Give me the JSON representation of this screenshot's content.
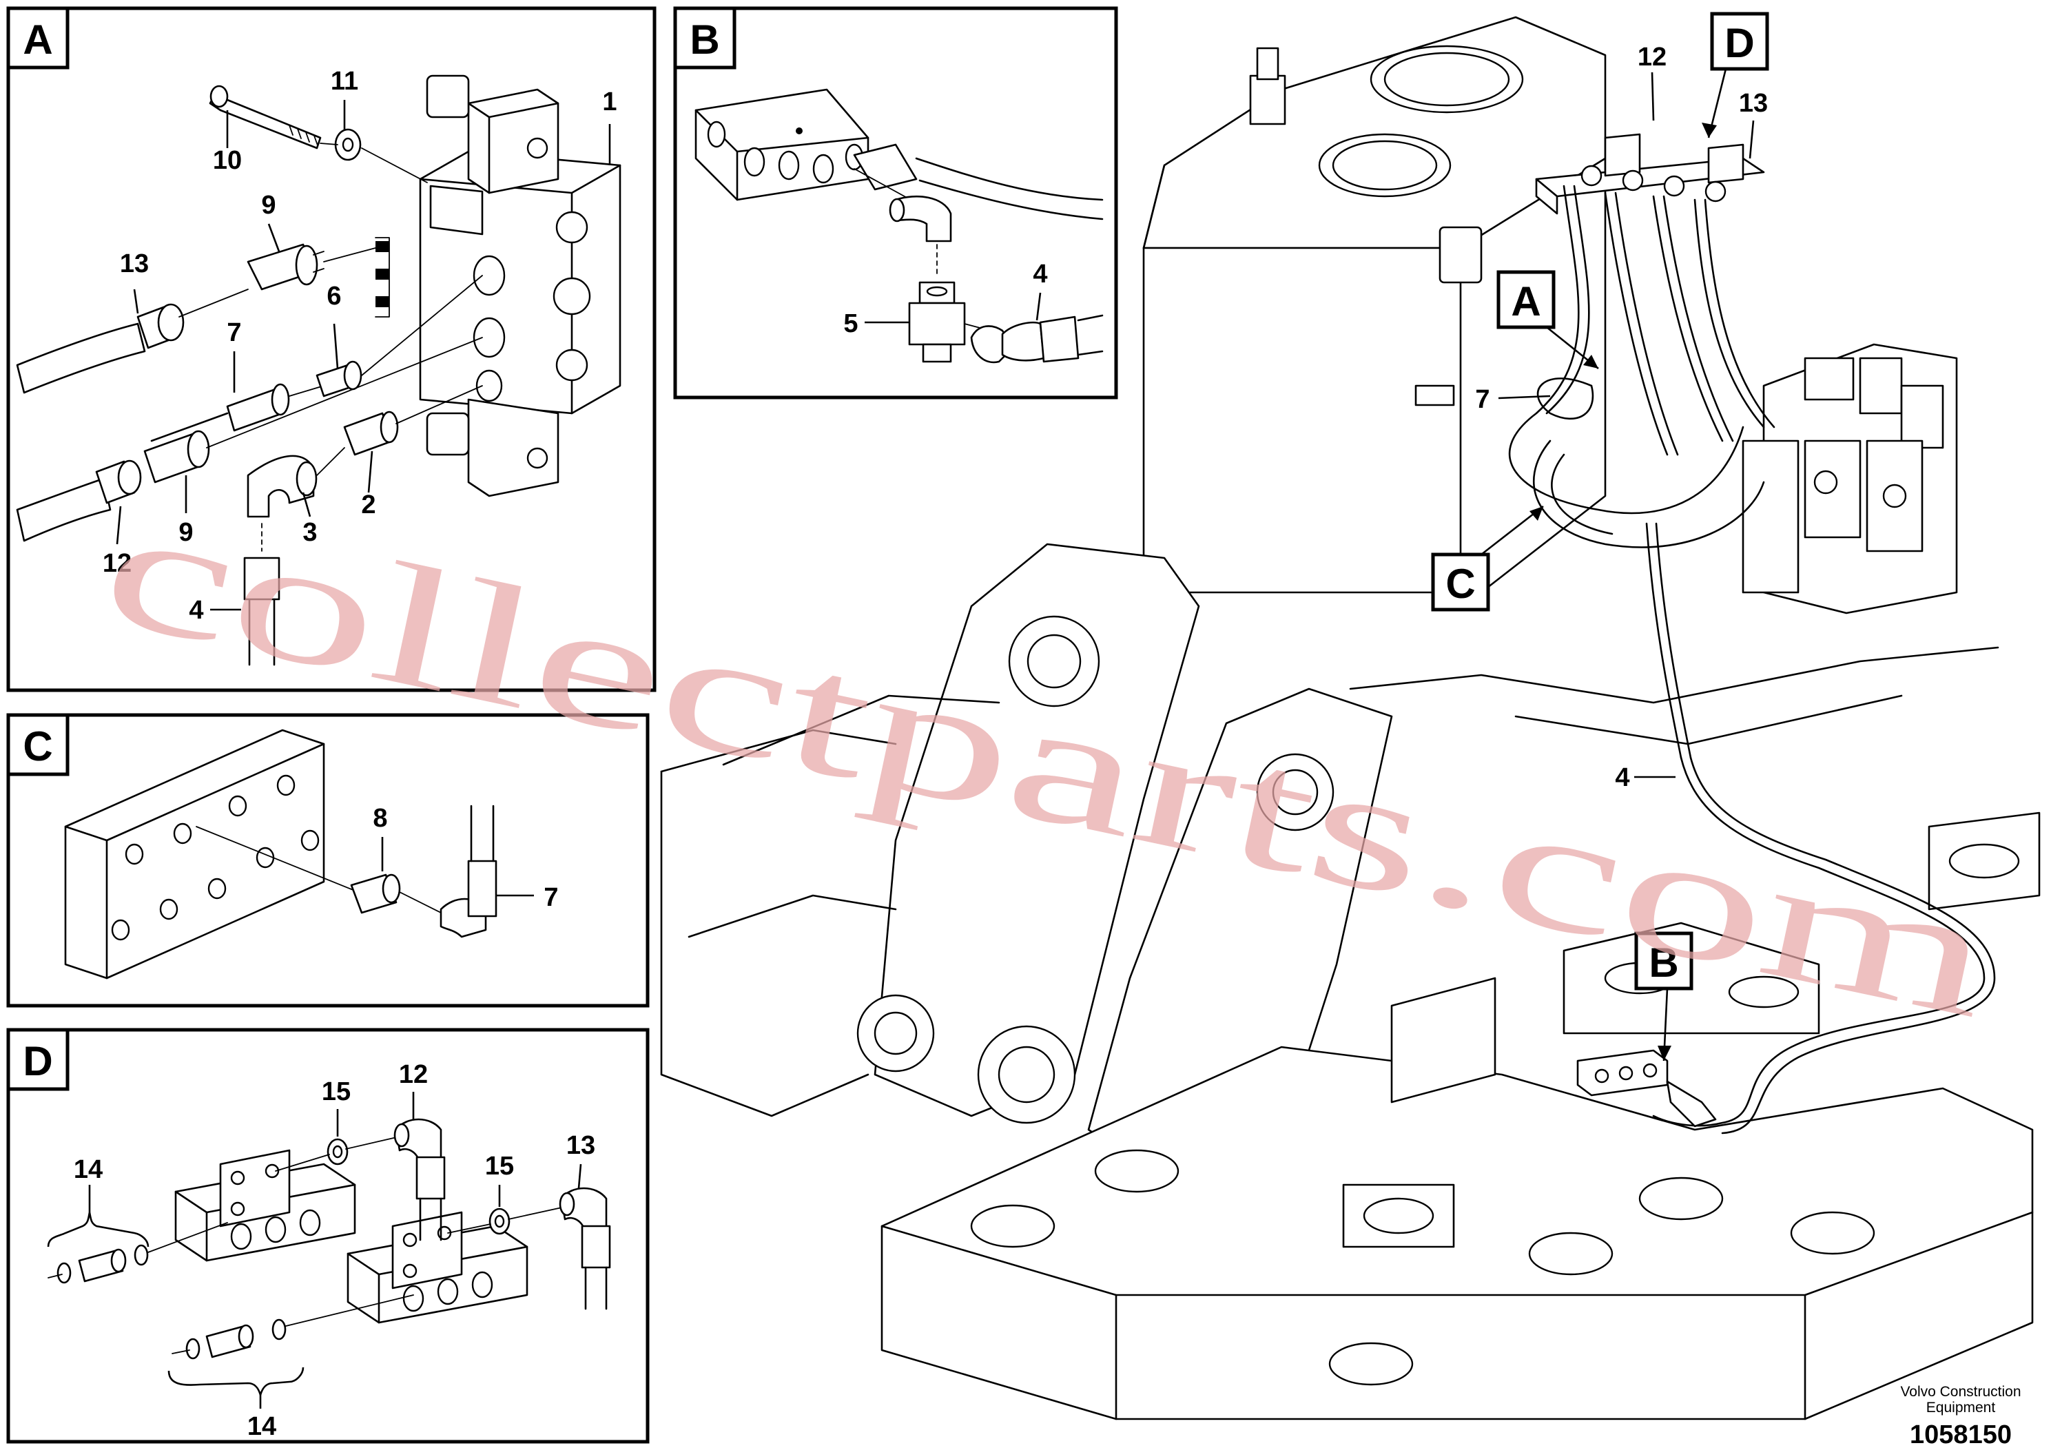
{
  "diagram": {
    "panel_letters": {
      "a": "A",
      "b": "B",
      "c": "C",
      "d": "D"
    },
    "callouts_a": {
      "n1": "1",
      "n2": "2",
      "n3": "3",
      "n4": "4",
      "n6": "6",
      "n7": "7",
      "n9a": "9",
      "n9b": "9",
      "n10": "10",
      "n11": "11",
      "n12": "12",
      "n13": "13"
    },
    "callouts_b": {
      "n4": "4",
      "n5": "5"
    },
    "callouts_c": {
      "n7": "7",
      "n8": "8"
    },
    "callouts_d": {
      "n12": "12",
      "n13": "13",
      "n14a": "14",
      "n14b": "14",
      "n15a": "15",
      "n15b": "15"
    },
    "callouts_main": {
      "n4": "4",
      "n7": "7",
      "n12": "12",
      "n13": "13"
    },
    "main_letters": {
      "a": "A",
      "b": "B",
      "c": "C",
      "d": "D"
    }
  },
  "watermark": "collectparts.com",
  "footer": {
    "brand_line1": "Volvo Construction",
    "brand_line2": "Equipment",
    "doc_number": "1058150"
  }
}
